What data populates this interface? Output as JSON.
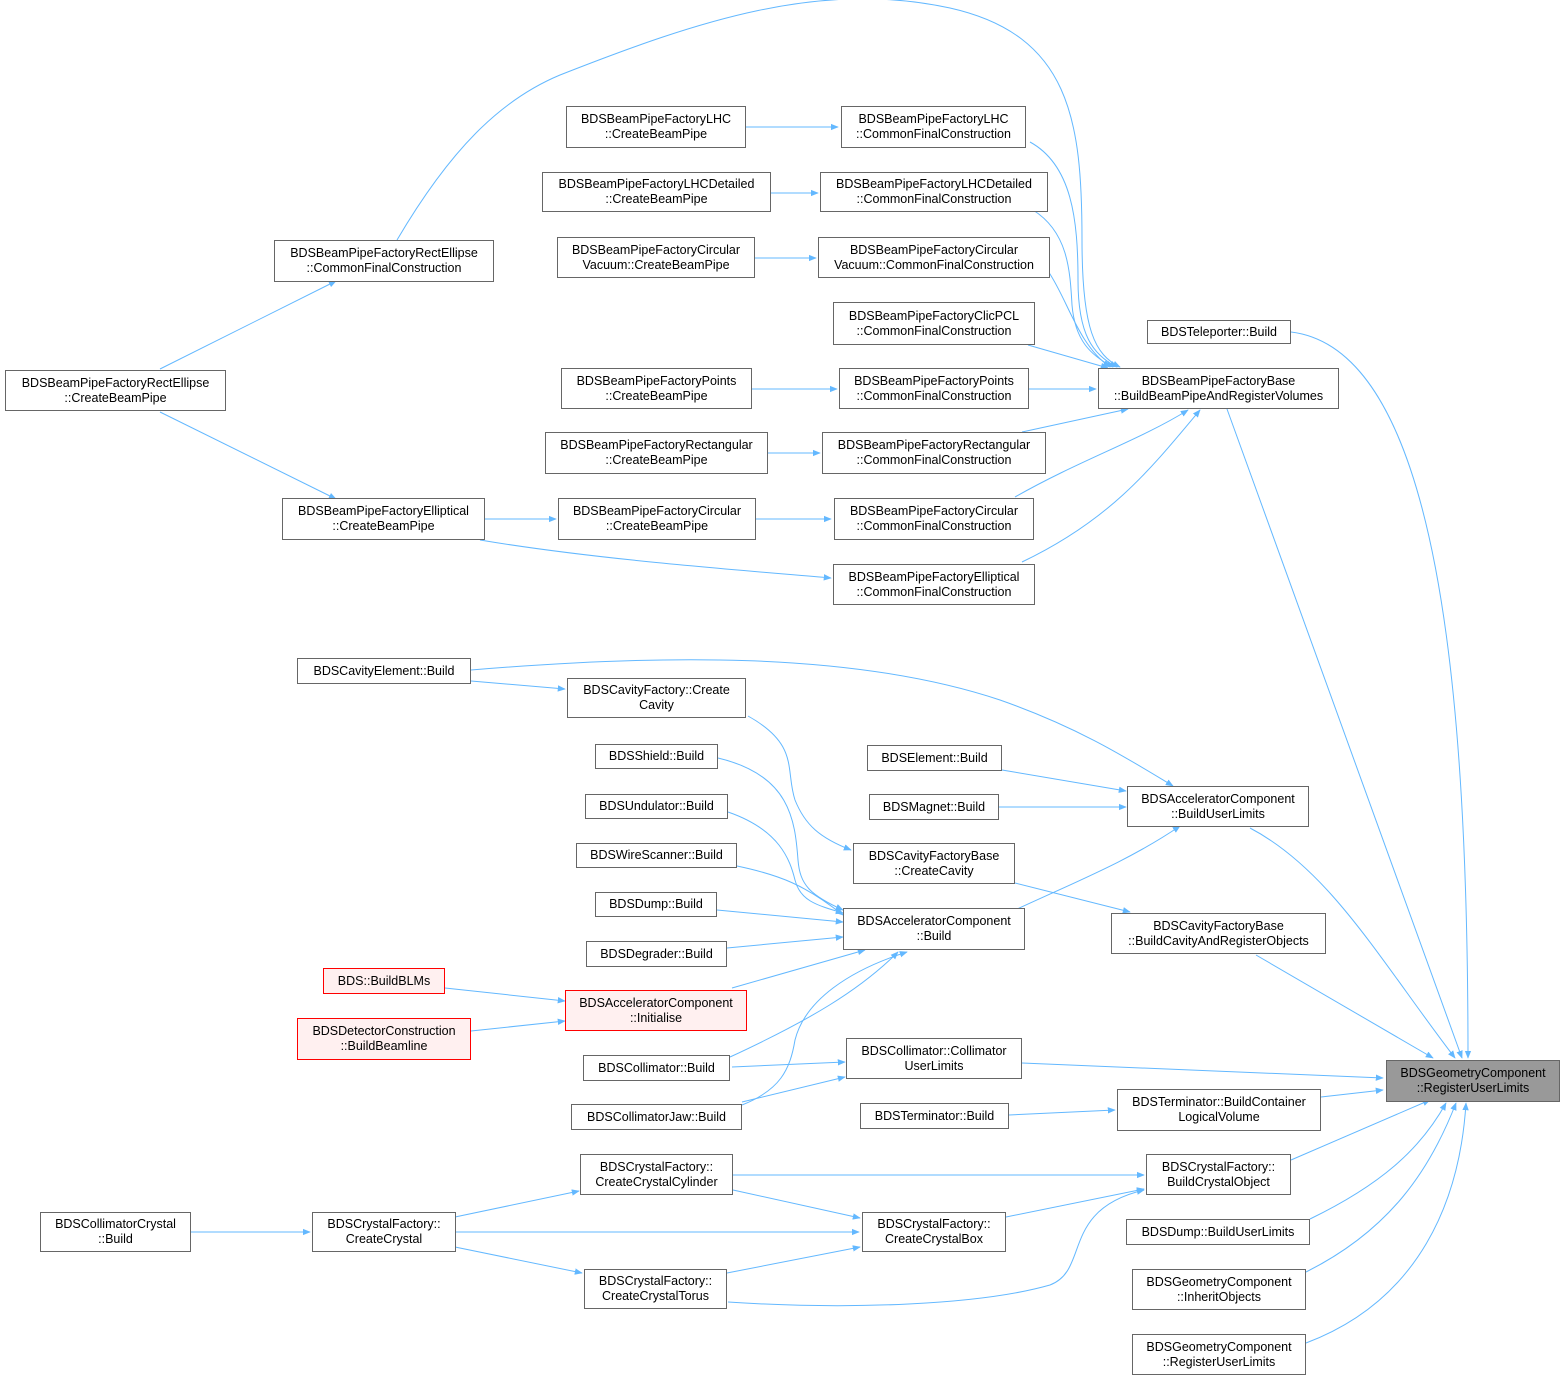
{
  "colors": {
    "edge": "#63b8ff",
    "border": "#666666",
    "red_border": "#ff0000",
    "red_fill": "#fff0f0",
    "selected_fill": "#999999"
  },
  "nodes": {
    "lhc_create": [
      "BDSBeamPipeFactoryLHC",
      "::CreateBeamPipe"
    ],
    "lhc_common": [
      "BDSBeamPipeFactoryLHC",
      "::CommonFinalConstruction"
    ],
    "lhcd_create": [
      "BDSBeamPipeFactoryLHCDetailed",
      "::CreateBeamPipe"
    ],
    "lhcd_common": [
      "BDSBeamPipeFactoryLHCDetailed",
      "::CommonFinalConstruction"
    ],
    "circv_create": [
      "BDSBeamPipeFactoryCircular",
      "Vacuum::CreateBeamPipe"
    ],
    "circv_common": [
      "BDSBeamPipeFactoryCircular",
      "Vacuum::CommonFinalConstruction"
    ],
    "rectell_common": [
      "BDSBeamPipeFactoryRectEllipse",
      "::CommonFinalConstruction"
    ],
    "rectell_create": [
      "BDSBeamPipeFactoryRectEllipse",
      "::CreateBeamPipe"
    ],
    "clic_common": [
      "BDSBeamPipeFactoryClicPCL",
      "::CommonFinalConstruction"
    ],
    "teleporter": [
      "BDSTeleporter::Build"
    ],
    "points_create": [
      "BDSBeamPipeFactoryPoints",
      "::CreateBeamPipe"
    ],
    "points_common": [
      "BDSBeamPipeFactoryPoints",
      "::CommonFinalConstruction"
    ],
    "bp_base": [
      "BDSBeamPipeFactoryBase",
      "::BuildBeamPipeAndRegisterVolumes"
    ],
    "rect_create": [
      "BDSBeamPipeFactoryRectangular",
      "::CreateBeamPipe"
    ],
    "rect_common": [
      "BDSBeamPipeFactoryRectangular",
      "::CommonFinalConstruction"
    ],
    "ell_create": [
      "BDSBeamPipeFactoryElliptical",
      "::CreateBeamPipe"
    ],
    "circ_create": [
      "BDSBeamPipeFactoryCircular",
      "::CreateBeamPipe"
    ],
    "circ_common": [
      "BDSBeamPipeFactoryCircular",
      "::CommonFinalConstruction"
    ],
    "ell_common": [
      "BDSBeamPipeFactoryElliptical",
      "::CommonFinalConstruction"
    ],
    "cavity_element": [
      "BDSCavityElement::Build"
    ],
    "cavity_factory": [
      "BDSCavityFactory::Create",
      "Cavity"
    ],
    "shield": [
      "BDSShield::Build"
    ],
    "element": [
      "BDSElement::Build"
    ],
    "undulator": [
      "BDSUndulator::Build"
    ],
    "magnet": [
      "BDSMagnet::Build"
    ],
    "acc_userlimits": [
      "BDSAcceleratorComponent",
      "::BuildUserLimits"
    ],
    "wirescanner": [
      "BDSWireScanner::Build"
    ],
    "cavfb_create": [
      "BDSCavityFactoryBase",
      "::CreateCavity"
    ],
    "dump_build": [
      "BDSDump::Build"
    ],
    "acc_build": [
      "BDSAcceleratorComponent",
      "::Build"
    ],
    "cavfb_register": [
      "BDSCavityFactoryBase",
      "::BuildCavityAndRegisterObjects"
    ],
    "degrader": [
      "BDSDegrader::Build"
    ],
    "buildblms": [
      "BDS::BuildBLMs"
    ],
    "acc_init": [
      "BDSAcceleratorComponent",
      "::Initialise"
    ],
    "detector": [
      "BDSDetectorConstruction",
      "::BuildBeamline"
    ],
    "coll_build": [
      "BDSCollimator::Build"
    ],
    "coll_userlimits": [
      "BDSCollimator::Collimator",
      "UserLimits"
    ],
    "target": [
      "BDSGeometryComponent",
      "::RegisterUserLimits"
    ],
    "colljaw": [
      "BDSCollimatorJaw::Build"
    ],
    "term_build": [
      "BDSTerminator::Build"
    ],
    "term_container": [
      "BDSTerminator::BuildContainer",
      "LogicalVolume"
    ],
    "cf_cylinder": [
      "BDSCrystalFactory::",
      "CreateCrystalCylinder"
    ],
    "cf_object": [
      "BDSCrystalFactory::",
      "BuildCrystalObject"
    ],
    "coll_crystal": [
      "BDSCollimatorCrystal",
      "::Build"
    ],
    "cf_crystal": [
      "BDSCrystalFactory::",
      "CreateCrystal"
    ],
    "cf_box": [
      "BDSCrystalFactory::",
      "CreateCrystalBox"
    ],
    "dump_userlimits": [
      "BDSDump::BuildUserLimits"
    ],
    "cf_torus": [
      "BDSCrystalFactory::",
      "CreateCrystalTorus"
    ],
    "gc_inherit": [
      "BDSGeometryComponent",
      "::InheritObjects"
    ],
    "gc_register": [
      "BDSGeometryComponent",
      "::RegisterUserLimits"
    ]
  }
}
